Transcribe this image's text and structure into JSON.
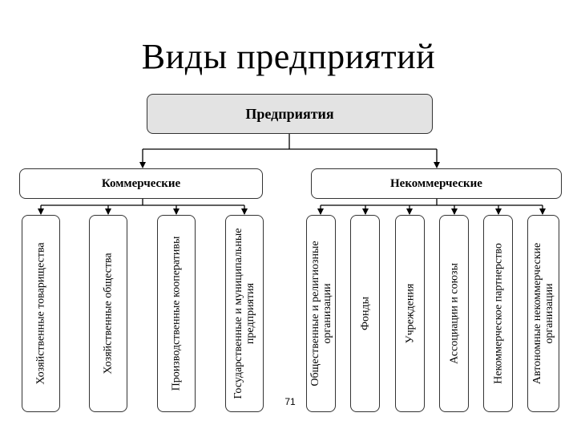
{
  "title": "Виды предприятий",
  "root": "Предприятия",
  "groups": {
    "commercial": {
      "label": "Коммерческие",
      "items": [
        "Хозяйственные товарищества",
        "Хозяйственные общества",
        "Производственные кооперативы",
        "Государственные и муниципальные предприятия"
      ]
    },
    "noncommercial": {
      "label": "Некоммерческие",
      "items": [
        "Общественные и религиозные организации",
        "Фонды",
        "Учреждения",
        "Ассоциации и союзы",
        "Некоммерческое партнерство",
        "Автономные некоммерческие организации"
      ]
    }
  },
  "page_number": "71"
}
